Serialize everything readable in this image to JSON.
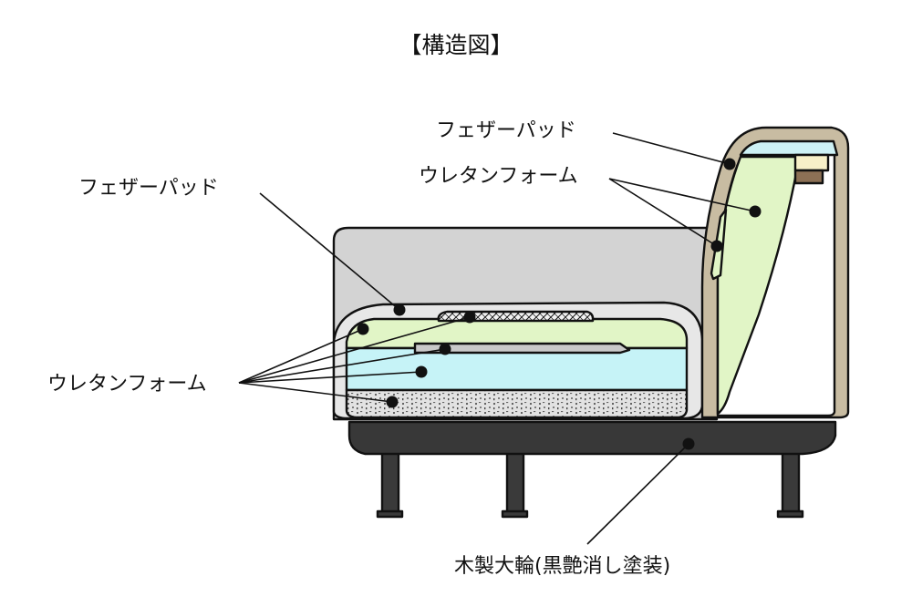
{
  "title": "【構造図】",
  "labels": {
    "back_feather_pad": "フェザーパッド",
    "back_urethane_foam": "ウレタンフォーム",
    "seat_feather_pad": "フェザーパッド",
    "seat_urethane_foam": "ウレタンフォーム",
    "frame": "木製大輪(黒艶消し塗装)"
  },
  "colors": {
    "outer_upholstery": "#d3d3d3",
    "cushion_cover": "#e6e6e6",
    "feather_pad_blue": "#cdf1f5",
    "urethane_green": "#e1f5c6",
    "urethane_cyan": "#c6f3f7",
    "chip_foam_gray": "#d8d8d8",
    "frame_black": "#383838",
    "back_frame_tan": "#c8bca2",
    "back_block_cream": "#f7f0c8",
    "back_block_brown": "#8c7055"
  }
}
